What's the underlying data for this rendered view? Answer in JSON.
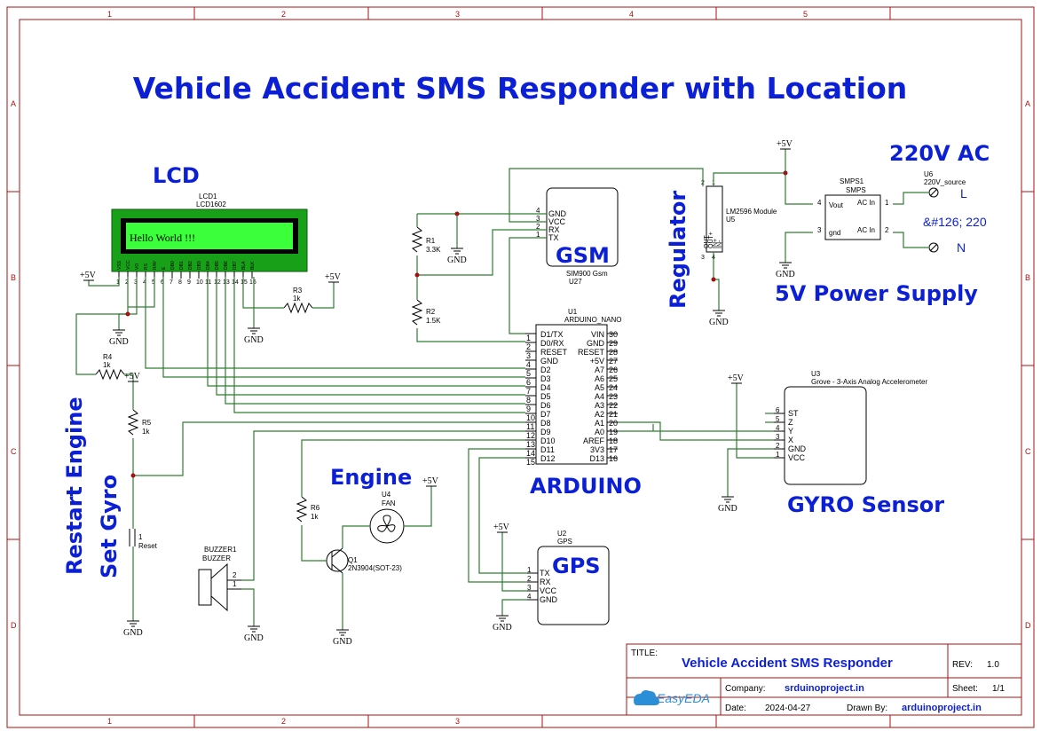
{
  "colors": {
    "frame": "#a11111",
    "wire": "#2e7d32",
    "heading": "#0b1fd6",
    "lcd_screen": "#3bff3b",
    "lcd_body": "#19a019"
  },
  "border": {
    "columns": [
      "1",
      "2",
      "3",
      "4",
      "5"
    ],
    "rows": [
      "A",
      "B",
      "C",
      "D"
    ]
  },
  "headings": {
    "title": "Vehicle Accident SMS Responder with Location",
    "lcd": "LCD",
    "gsm": "GSM",
    "regulator": "Regulator",
    "ac": "220V AC",
    "power": "5V Power Supply",
    "restart": "Restart Engine",
    "setgyro": "Set Gyro",
    "engine": "Engine",
    "arduino": "ARDUINO",
    "gps": "GPS",
    "gyro": "GYRO Sensor"
  },
  "lcd": {
    "ref": "LCD1",
    "part": "LCD1602",
    "screen_text": "Hello World !!!",
    "pins": [
      "1",
      "2",
      "3",
      "4",
      "5",
      "6",
      "7",
      "8",
      "9",
      "10",
      "11",
      "12",
      "13",
      "14",
      "15",
      "16"
    ],
    "pin_names": [
      "VSS",
      "VCC",
      "VO",
      "RS",
      "R/W",
      "E",
      "DB0",
      "DB1",
      "DB2",
      "DB3",
      "DB4",
      "DB5",
      "DB6",
      "DB7",
      "BLA",
      "BLK"
    ]
  },
  "gsm": {
    "pins": [
      "4",
      "3",
      "2",
      "1"
    ],
    "names": [
      "GND",
      "VCC",
      "RX",
      "TX"
    ],
    "model": "SIM900 Gsm",
    "ref": "U27"
  },
  "regulator": {
    "name": "LM2596 Module",
    "ref": "U5",
    "pins": [
      "OUT-",
      "OUT+",
      "IN+",
      "IN-"
    ],
    "nums": [
      "3",
      "2",
      "1",
      "4"
    ]
  },
  "smps": {
    "ref": "SMPS1",
    "part": "SMPS",
    "vout": "Vout",
    "gnd": "gnd",
    "acin1": "AC In",
    "acin2": "AC In",
    "n4": "4",
    "n3": "3",
    "n1": "1",
    "n2": "2"
  },
  "source": {
    "ref": "U6",
    "part": "220V_source",
    "l": "L",
    "n": "N",
    "mid": "&#126; 220"
  },
  "arduino": {
    "ref": "U1",
    "part": "ARDUINO_NANO",
    "left_names": [
      "D1/TX",
      "D0/RX",
      "RESET",
      "GND",
      "D2",
      "D3",
      "D4",
      "D5",
      "D6",
      "D7",
      "D8",
      "D9",
      "D10",
      "D11",
      "D12"
    ],
    "left_nums": [
      "1",
      "2",
      "3",
      "4",
      "5",
      "6",
      "7",
      "8",
      "9",
      "10",
      "11",
      "12",
      "13",
      "14",
      "15"
    ],
    "right_names": [
      "VIN",
      "GND",
      "RESET",
      "+5V",
      "A7",
      "A6",
      "A5",
      "A4",
      "A3",
      "A2",
      "A1",
      "A0",
      "AREF",
      "3V3",
      "D13"
    ],
    "right_nums": [
      "30",
      "29",
      "28",
      "27",
      "26",
      "25",
      "24",
      "23",
      "22",
      "21",
      "20",
      "19",
      "18",
      "17",
      "16"
    ]
  },
  "gyro": {
    "ref": "U3",
    "part": "Grove - 3-Axis Analog Accelerometer",
    "names": [
      "ST",
      "Z",
      "Y",
      "X",
      "GND",
      "VCC"
    ],
    "nums": [
      "6",
      "5",
      "4",
      "3",
      "2",
      "1"
    ]
  },
  "gps": {
    "ref": "U2",
    "part": "GPS",
    "names": [
      "TX",
      "RX",
      "VCC",
      "GND"
    ],
    "nums": [
      "1",
      "2",
      "3",
      "4"
    ]
  },
  "fan": {
    "ref": "U4",
    "part": "FAN"
  },
  "buzzer": {
    "ref": "BUZZER1",
    "part": "BUZZER",
    "p2": "2",
    "p1": "1"
  },
  "transistor": {
    "ref": "Q1",
    "part": "2N3904(SOT-23)"
  },
  "resistors": {
    "r1": "R1",
    "r1v": "3.3K",
    "r2": "R2",
    "r2v": "1.5K",
    "r3": "R3",
    "r3v": "1k",
    "r4": "R4",
    "r4v": "1k",
    "r5": "R5",
    "r5v": "1k",
    "r6": "R6",
    "r6v": "1k"
  },
  "reset_sw": {
    "num": "1",
    "label": "Reset"
  },
  "power": {
    "vcc": "+5V",
    "gnd": "GND"
  },
  "titleblock": {
    "title_label": "TITLE:",
    "title": "Vehicle Accident SMS Responder",
    "rev_label": "REV:",
    "rev": "1.0",
    "company_label": "Company:",
    "company": "srduinoproject.in",
    "sheet_label": "Sheet:",
    "sheet": "1/1",
    "date_label": "Date:",
    "date": "2024-04-27",
    "drawn_label": "Drawn By:",
    "drawn": "arduinoproject.in",
    "brand": "EasyEDA"
  }
}
